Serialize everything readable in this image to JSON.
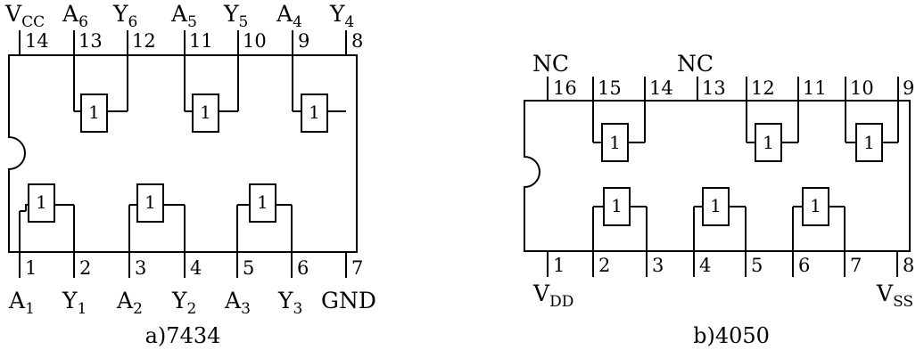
{
  "chip_a": {
    "caption": "a)7434",
    "gate_label": "1",
    "top_pins": [
      {
        "num": "14",
        "name": "V",
        "sub": "CC"
      },
      {
        "num": "13",
        "name": "A",
        "sub": "6"
      },
      {
        "num": "12",
        "name": "Y",
        "sub": "6"
      },
      {
        "num": "11",
        "name": "A",
        "sub": "5"
      },
      {
        "num": "10",
        "name": "Y",
        "sub": "5"
      },
      {
        "num": "9",
        "name": "A",
        "sub": "4"
      },
      {
        "num": "8",
        "name": "Y",
        "sub": "4"
      }
    ],
    "bottom_pins": [
      {
        "num": "1",
        "name": "A",
        "sub": "1"
      },
      {
        "num": "2",
        "name": "Y",
        "sub": "1"
      },
      {
        "num": "3",
        "name": "A",
        "sub": "2"
      },
      {
        "num": "4",
        "name": "Y",
        "sub": "2"
      },
      {
        "num": "5",
        "name": "A",
        "sub": "3"
      },
      {
        "num": "6",
        "name": "Y",
        "sub": "3"
      },
      {
        "num": "7",
        "name": "GND",
        "sub": ""
      }
    ]
  },
  "chip_b": {
    "caption": "b)4050",
    "gate_label": "1",
    "top_pins": [
      {
        "num": "16",
        "name": "NC",
        "sub": ""
      },
      {
        "num": "15",
        "name": "",
        "sub": ""
      },
      {
        "num": "14",
        "name": "",
        "sub": ""
      },
      {
        "num": "13",
        "name": "NC",
        "sub": ""
      },
      {
        "num": "12",
        "name": "",
        "sub": ""
      },
      {
        "num": "11",
        "name": "",
        "sub": ""
      },
      {
        "num": "10",
        "name": "",
        "sub": ""
      },
      {
        "num": "9",
        "name": "",
        "sub": ""
      }
    ],
    "bottom_pins": [
      {
        "num": "1",
        "name": "V",
        "sub": "DD"
      },
      {
        "num": "2",
        "name": "",
        "sub": ""
      },
      {
        "num": "3",
        "name": "",
        "sub": ""
      },
      {
        "num": "4",
        "name": "",
        "sub": ""
      },
      {
        "num": "5",
        "name": "",
        "sub": ""
      },
      {
        "num": "6",
        "name": "",
        "sub": ""
      },
      {
        "num": "7",
        "name": "",
        "sub": ""
      },
      {
        "num": "8",
        "name": "V",
        "sub": "SS"
      }
    ]
  }
}
